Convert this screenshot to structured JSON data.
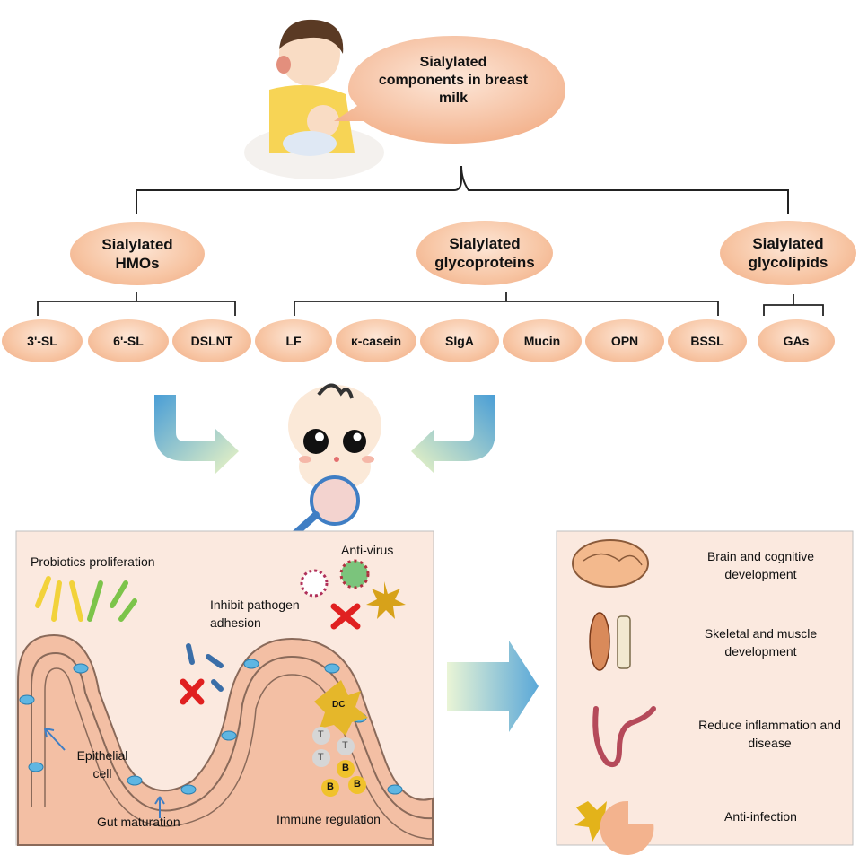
{
  "speech_bubble": "Sialylated components in breast milk",
  "categories": {
    "hmos": "Sialylated HMOs",
    "glycoproteins": "Sialylated glycoproteins",
    "glycolipids": "Sialylated glycolipids"
  },
  "components": [
    "3'-SL",
    "6'-SL",
    "DSLNT",
    "LF",
    "κ-casein",
    "SIgA",
    "Mucin",
    "OPN",
    "BSSL",
    "GAs"
  ],
  "gut_panel": {
    "probiotics": "Probiotics proliferation",
    "anti_virus": "Anti-virus",
    "inhibit": "Inhibit pathogen adhesion",
    "epithelial": "Epithelial cell",
    "gut_maturation": "Gut maturation",
    "immune": "Immune regulation",
    "dc": "DC",
    "t_cell": "T",
    "b_cell": "B"
  },
  "benefits": [
    "Brain and cognitive development",
    "Skeletal and muscle development",
    "Reduce  inflammation and disease",
    "Anti-infection"
  ],
  "colors": {
    "oval": "#f7c4a2",
    "panel": "#fbe9df",
    "arrow": "#5aa6d6",
    "arrow_light": "#e7f0b8",
    "cross": "#e02020"
  }
}
